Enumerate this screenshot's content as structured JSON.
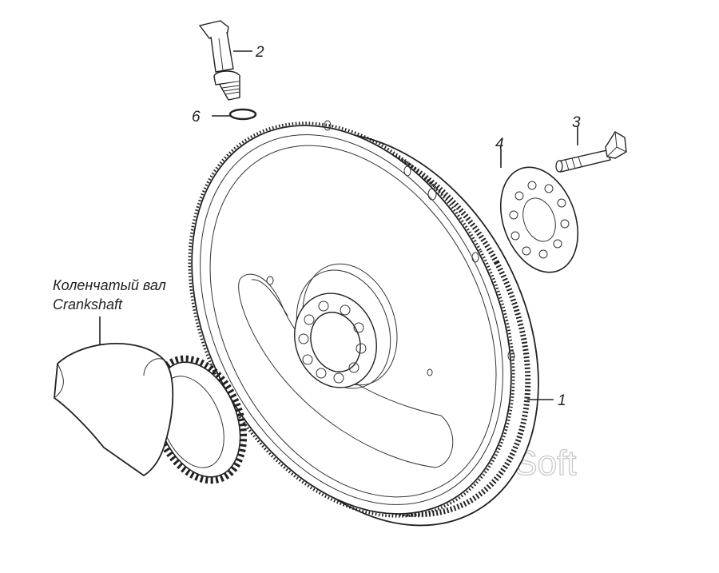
{
  "callouts": {
    "c1": "1",
    "c2": "2",
    "c3": "3",
    "c4": "4",
    "c6": "6"
  },
  "crankshaft": {
    "label_ru": "Коленчатый вал",
    "label_en": "Crankshaft"
  },
  "watermark": "AvtoSoft",
  "colors": {
    "line": "#222222",
    "background": "#ffffff",
    "watermark_stroke": "#c8c8c8"
  }
}
